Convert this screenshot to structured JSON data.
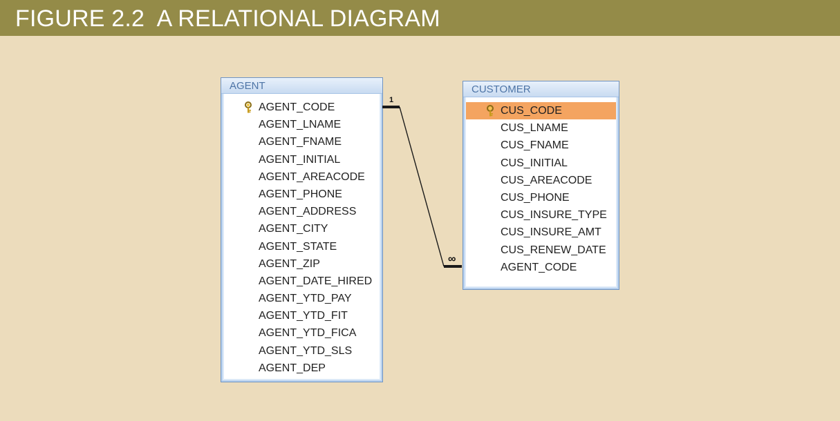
{
  "figure": {
    "title": "FIGURE 2.2  A RELATIONAL DIAGRAM"
  },
  "colors": {
    "header_bg": "#948b48",
    "page_bg": "#ecdcbc",
    "table_border": "#6f93c2",
    "selected_row": "#f4a460"
  },
  "agent_table": {
    "name": "AGENT",
    "primary_key": "AGENT_CODE",
    "fields": [
      "AGENT_CODE",
      "AGENT_LNAME",
      "AGENT_FNAME",
      "AGENT_INITIAL",
      "AGENT_AREACODE",
      "AGENT_PHONE",
      "AGENT_ADDRESS",
      "AGENT_CITY",
      "AGENT_STATE",
      "AGENT_ZIP",
      "AGENT_DATE_HIRED",
      "AGENT_YTD_PAY",
      "AGENT_YTD_FIT",
      "AGENT_YTD_FICA",
      "AGENT_YTD_SLS",
      "AGENT_DEP"
    ]
  },
  "customer_table": {
    "name": "CUSTOMER",
    "primary_key": "CUS_CODE",
    "selected_field": "CUS_CODE",
    "fields": [
      "CUS_CODE",
      "CUS_LNAME",
      "CUS_FNAME",
      "CUS_INITIAL",
      "CUS_AREACODE",
      "CUS_PHONE",
      "CUS_INSURE_TYPE",
      "CUS_INSURE_AMT",
      "CUS_RENEW_DATE",
      "AGENT_CODE"
    ]
  },
  "relationship": {
    "from_table": "AGENT",
    "to_table": "CUSTOMER",
    "one_label": "1",
    "many_label": "∞"
  }
}
